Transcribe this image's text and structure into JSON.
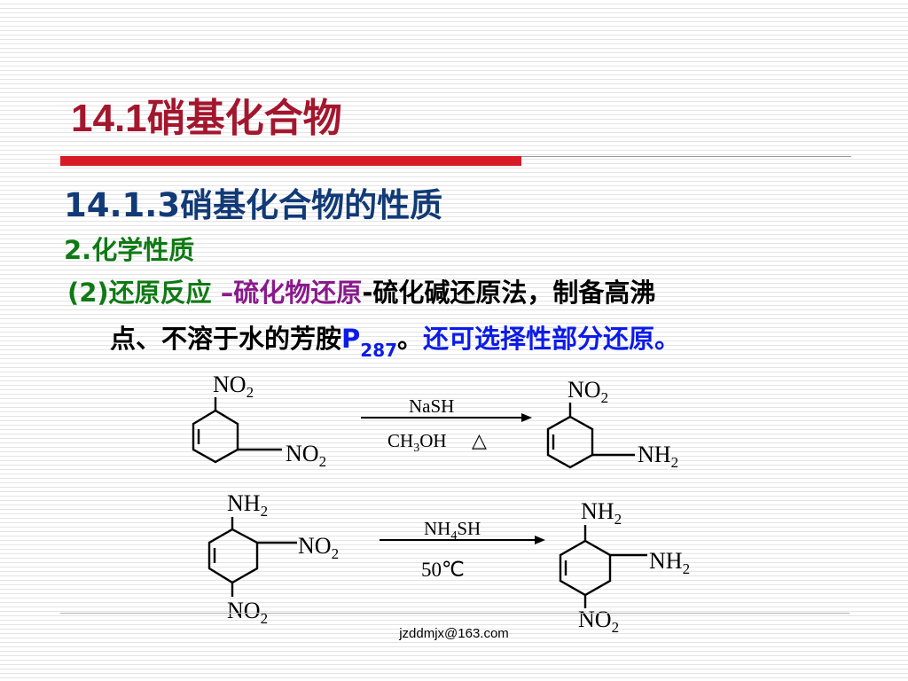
{
  "slide": {
    "title_num": "14.1",
    "title_text": "硝基化合物",
    "section": "14.1.3硝基化合物的性质",
    "subsection": "2.化学性质",
    "item_label": "(2)还原反应",
    "item_dash": " –",
    "item_highlight": "硫化物还原",
    "item_rest": "-硫化碱还原法，制备高沸",
    "line2_text": "点、不溶于水的芳胺",
    "page_ref_p": "P",
    "page_ref_num": "287",
    "line2_period": "。",
    "line2_blue": "还可选择性部分还原。"
  },
  "reaction1": {
    "reactant_top": "NO",
    "reactant_top_sub": "2",
    "reactant_side": "NO",
    "reactant_side_sub": "2",
    "reagent_above": "NaSH",
    "reagent_below_a": "CH",
    "reagent_below_sub": "3",
    "reagent_below_b": "OH",
    "heat_symbol": "△",
    "product_top": "NO",
    "product_top_sub": "2",
    "product_side": "NH",
    "product_side_sub": "2"
  },
  "reaction2": {
    "reactant_top": "NH",
    "reactant_top_sub": "2",
    "reactant_side": "NO",
    "reactant_side_sub": "2",
    "reactant_bottom": "NO",
    "reactant_bottom_sub": "2",
    "reagent_above_a": "NH",
    "reagent_above_sub": "4",
    "reagent_above_b": "SH",
    "reagent_below": "50℃",
    "product_top": "NH",
    "product_top_sub": "2",
    "product_side": "NH",
    "product_side_sub": "2",
    "product_bottom": "NO",
    "product_bottom_sub": "2"
  },
  "footer": {
    "email": "jzddmjx@163.com"
  }
}
